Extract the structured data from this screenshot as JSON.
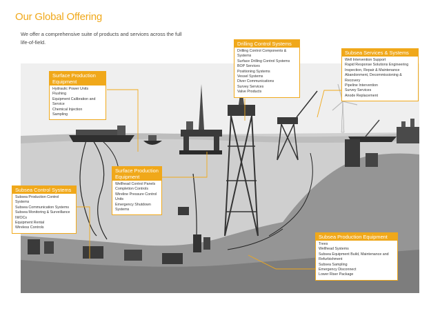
{
  "page": {
    "title": "Our Global Offering",
    "intro": "We offer a comprehensive suite of products and services across the full life-of-field."
  },
  "colors": {
    "accent": "#f0a81a",
    "scene_background": "#efefef",
    "seabed": "#8e8e8e",
    "sea": "#c9c9c9",
    "structure": "#3a3a3a"
  },
  "panels": {
    "drilling_control": {
      "title": "Drilling Control  Systems",
      "items": [
        "Drilling Control Components & Systems",
        "Surface Drilling Control Systems",
        "BOP Services",
        "Positioning Systems",
        "Vessel Systems",
        "Diver Communications",
        "Survey Services",
        "Valve Products"
      ]
    },
    "subsea_services": {
      "title": "Subsea Services & Systems",
      "items": [
        "Well Intervention Support",
        "Rapid Response Solutions Engineering",
        "Inspection, Repair & Maintenance",
        "Abandonment, Decommissioning & Recovery",
        "Pipeline Intervention",
        "Survey Services",
        "Anode Replacement"
      ]
    },
    "surface_production_top": {
      "title": "Surface Production Equipment",
      "items": [
        "Hydraulic Power Units",
        "Flushing",
        "Equipment Calibration and Service",
        "Chemical Injection",
        "Sampling"
      ]
    },
    "surface_production_mid": {
      "title": "Surface Production Equipment",
      "items": [
        "Wellhead Control Panels",
        "Completion Controls",
        "Wireline Pressure Control Units",
        "Emergency Shutdown Systems"
      ]
    },
    "subsea_control": {
      "title": "Subsea Control Systems",
      "items": [
        "Subsea Production Control Systems",
        "Subsea Communication Systems",
        "Subsea Monitoring & Surveillance",
        "IWOCs",
        "Equipment Rental",
        "Wireless Controls"
      ]
    },
    "subsea_production": {
      "title": "Subsea Production Equipment",
      "items": [
        "Trees",
        "Wellhead Systems",
        "Subsea Equipment Build, Maintenance and Refurbishment",
        "Subsea Sampling",
        "Emergency Disconnect",
        "Lower Riser Package"
      ]
    }
  }
}
